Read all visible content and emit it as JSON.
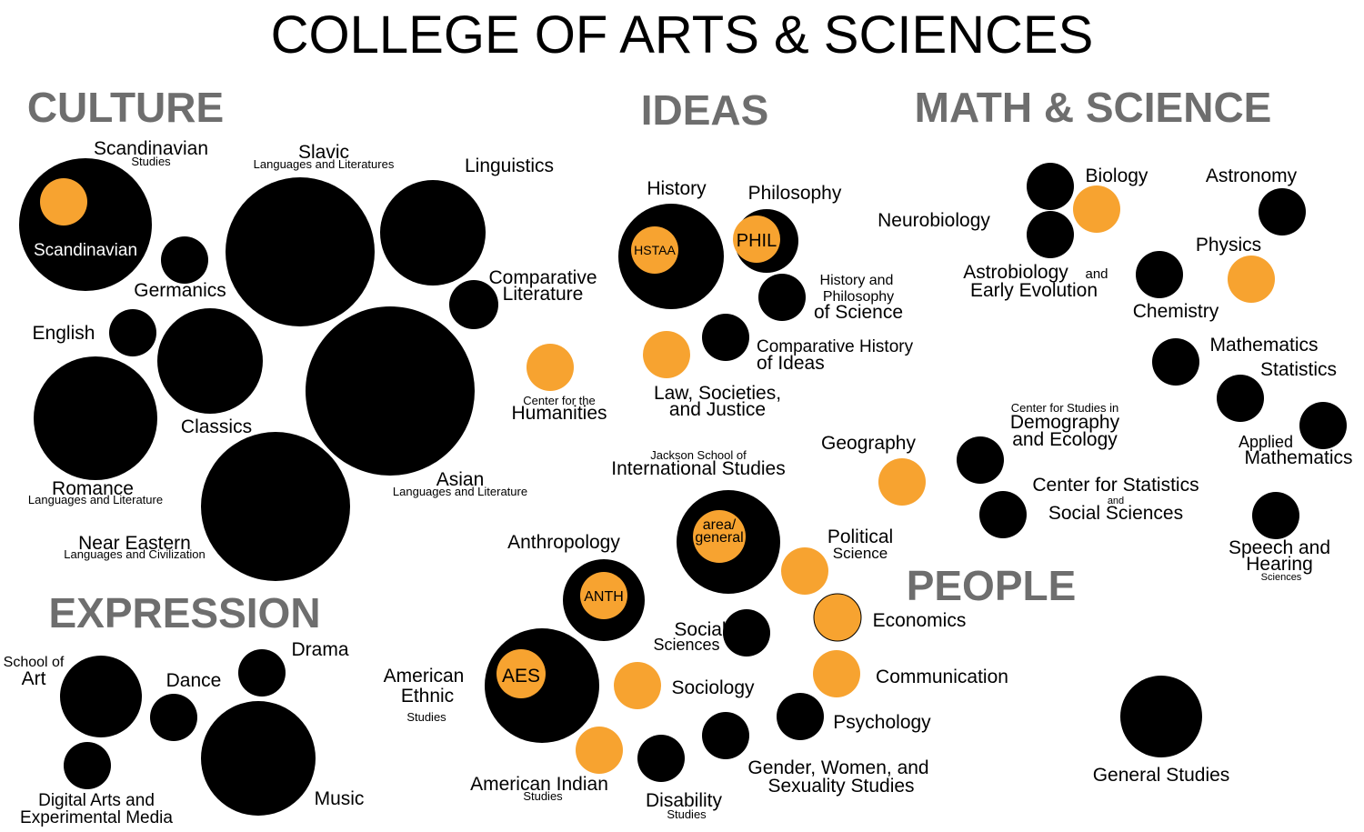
{
  "title": "COLLEGE OF ARTS & SCIENCES",
  "sections": {
    "culture": "CULTURE",
    "ideas": "IDEAS",
    "math_science": "MATH & SCIENCE",
    "expression": "EXPRESSION",
    "people": "PEOPLE"
  },
  "colors": {
    "unit": "#000000",
    "program": "#f7a330",
    "section": "#6e6e6e"
  },
  "labels": {
    "scandinavian": "Scandinavian",
    "scandinavian_sub": "Studies",
    "scandinavian_inner": "Scandinavian",
    "slavic": "Slavic",
    "slavic_sub": "Languages and Literatures",
    "linguistics": "Linguistics",
    "germanics": "Germanics",
    "comp_lit_1": "Comparative",
    "comp_lit_2": "Literature",
    "english": "English",
    "classics": "Classics",
    "romance": "Romance",
    "romance_sub": "Languages and Literature",
    "asian": "Asian",
    "asian_sub": "Languages and Literature",
    "near_eastern": "Near Eastern",
    "near_eastern_sub": "Languages and Civilization",
    "humanities_1": "Center for the",
    "humanities_2": "Humanities",
    "history": "History",
    "hstaa": "HSTAA",
    "philosophy": "Philosophy",
    "phil": "PHIL",
    "hps_1": "History and",
    "hps_2": "Philosophy",
    "hps_3": "of Science",
    "chi_1": "Comparative History",
    "chi_2": "of Ideas",
    "law_1": "Law, Societies,",
    "law_2": "and Justice",
    "biology": "Biology",
    "astronomy": "Astronomy",
    "neurobiology": "Neurobiology",
    "physics": "Physics",
    "astrobio_1": "Astrobiology",
    "astrobio_and": "and",
    "astrobio_2": "Early Evolution",
    "chemistry": "Chemistry",
    "mathematics": "Mathematics",
    "statistics": "Statistics",
    "applied_1": "Applied",
    "applied_2": "Mathematics",
    "demog_1": "Center for Studies in",
    "demog_2": "Demography",
    "demog_3": "and Ecology",
    "geography": "Geography",
    "jsis_1": "Jackson School of",
    "jsis_2": "International Studies",
    "area_1": "area/",
    "area_2": "general",
    "cssc_1": "Center for Statistics",
    "cssc_and": "and",
    "cssc_2": "Social Sciences",
    "speech_1": "Speech and",
    "speech_2": "Hearing",
    "speech_3": "Sciences",
    "polisci_1": "Political",
    "polisci_2": "Science",
    "anthropology": "Anthropology",
    "anth": "ANTH",
    "economics": "Economics",
    "soc_sci_1": "Social",
    "soc_sci_2": "Sciences",
    "communication": "Communication",
    "aes_1": "American",
    "aes_2": "Ethnic",
    "aes_3": "Studies",
    "aes": "AES",
    "sociology": "Sociology",
    "psychology": "Psychology",
    "gws_1": "Gender, Women, and",
    "gws_2": "Sexuality Studies",
    "ais_1": "American Indian",
    "ais_2": "Studies",
    "disability_1": "Disability",
    "disability_2": "Studies",
    "general_studies": "General Studies",
    "art_1": "School of",
    "art_2": "Art",
    "dance": "Dance",
    "drama": "Drama",
    "music": "Music",
    "dxarts_1": "Digital Arts and",
    "dxarts_2": "Experimental Media"
  }
}
